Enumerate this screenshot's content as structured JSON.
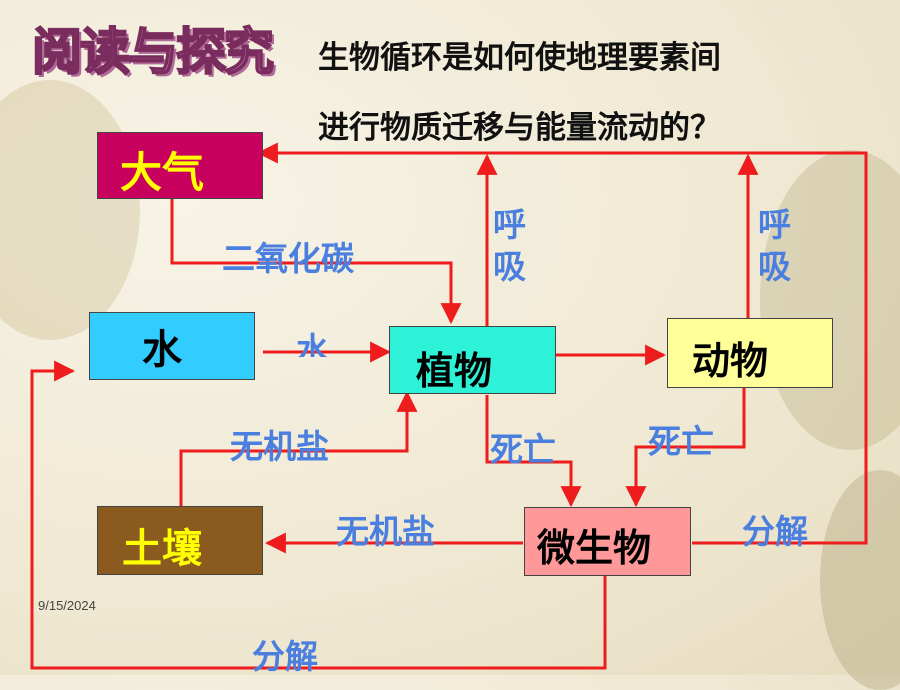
{
  "title_art": "阅读与探究",
  "question": {
    "line1": "生物循环是如何使地理要素间",
    "line2": "进行物质迁移与能量流动的？"
  },
  "nodes": {
    "atmosphere": "大气",
    "water": "水",
    "plants": "植物",
    "animals": "动物",
    "soil": "土壤",
    "microbes": "微生物"
  },
  "labels": {
    "co2": "二氧化碳",
    "water_flow": "水",
    "respiration_plants": "呼吸",
    "respiration_animals": "呼吸",
    "minerals_to_plants": "无机盐",
    "death_plants": "死亡",
    "death_animals": "死亡",
    "minerals_to_soil": "无机盐",
    "decompose_right": "分解",
    "decompose_bottom": "分解"
  },
  "date": "9/15/2024",
  "colors": {
    "arrow": "#ee1c1c",
    "label": "#4a7fe0",
    "atmosphere_bg": "#c8005e",
    "water_bg": "#33ccff",
    "plants_bg": "#2ef2d7",
    "animals_bg": "#ffff99",
    "soil_bg": "#8b5a1e",
    "microbes_bg": "#ff9999"
  }
}
